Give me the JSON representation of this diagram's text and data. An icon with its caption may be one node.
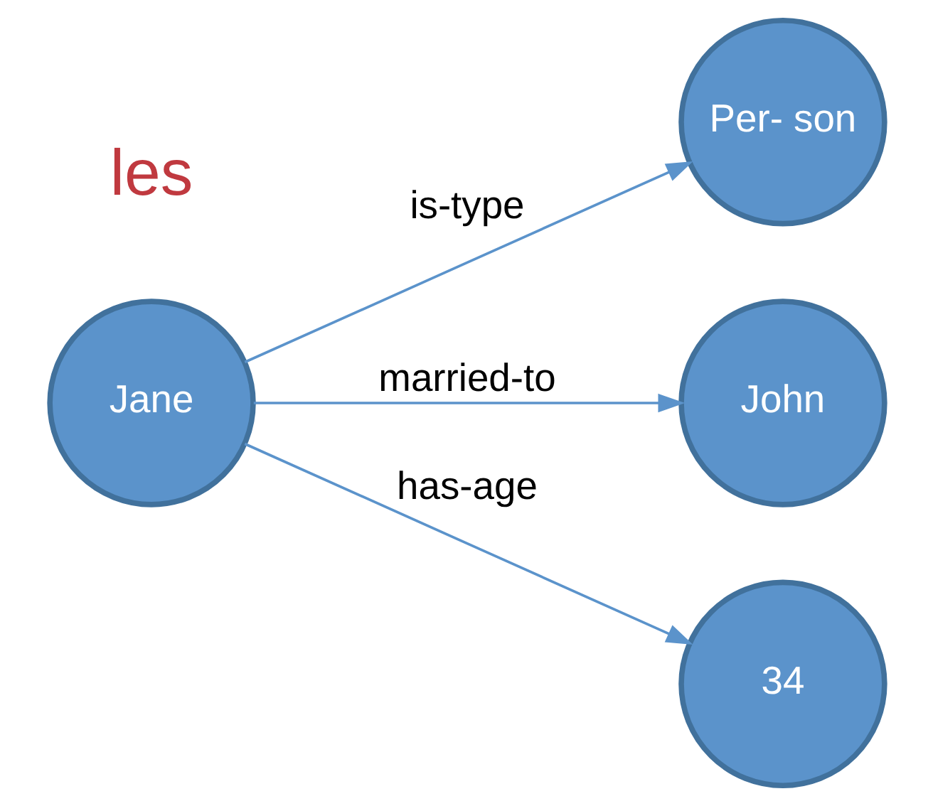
{
  "diagram": {
    "nodes": [
      {
        "text": [
          "Per- son"
        ]
      },
      {
        "text": [
          "Jane"
        ]
      },
      {
        "text": [
          "John"
        ]
      },
      {
        "text": [
          "34"
        ]
      }
    ],
    "edges": [
      {
        "from": 1,
        "to": 0,
        "arrow": "to",
        "label": "is-type"
      },
      {
        "from": 1,
        "to": 2,
        "arrow": "to",
        "label": "married-to"
      },
      {
        "from": 1,
        "to": 3,
        "arrow": "to",
        "label": "has-age"
      }
    ],
    "labels": [
      "les"
    ]
  }
}
